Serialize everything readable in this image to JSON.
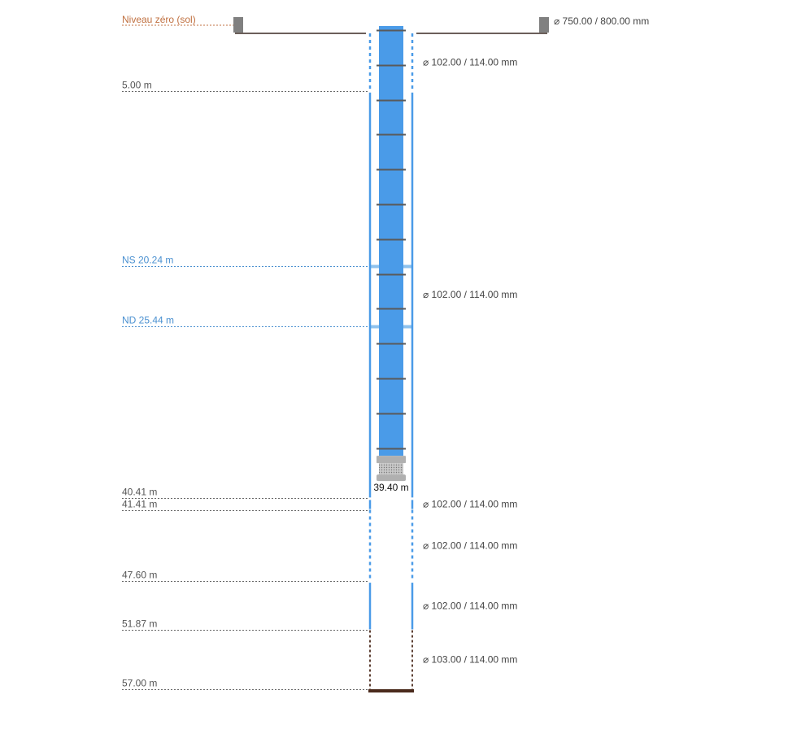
{
  "ground": {
    "label": "Niveau zéro (sol)",
    "head_diameter": "⌀ 750.00 / 800.00 mm"
  },
  "depth_markers": [
    {
      "depth": 5.0,
      "label": "5.00 m"
    },
    {
      "depth": 40.41,
      "label": "40.41 m"
    },
    {
      "depth": 41.41,
      "label": "41.41 m"
    },
    {
      "depth": 47.6,
      "label": "47.60 m"
    },
    {
      "depth": 51.87,
      "label": "51.87 m"
    },
    {
      "depth": 57.0,
      "label": "57.00 m"
    }
  ],
  "water_levels": [
    {
      "depth": 20.24,
      "label": "NS 20.24 m"
    },
    {
      "depth": 25.44,
      "label": "ND 25.44 m"
    }
  ],
  "casing_segments": [
    {
      "from": 0,
      "to": 5.0,
      "style": "dotted",
      "diameter": "⌀ 102.00 / 114.00 mm"
    },
    {
      "from": 5.0,
      "to": 40.41,
      "style": "solid",
      "diameter": "⌀ 102.00 / 114.00 mm"
    },
    {
      "from": 40.41,
      "to": 41.41,
      "style": "solid",
      "diameter": "⌀ 102.00 / 114.00 mm"
    },
    {
      "from": 41.41,
      "to": 47.6,
      "style": "dotted",
      "diameter": "⌀ 102.00 / 114.00 mm"
    },
    {
      "from": 47.6,
      "to": 51.87,
      "style": "solid",
      "diameter": "⌀ 102.00 / 114.00 mm"
    },
    {
      "from": 51.87,
      "to": 57.0,
      "style": "open-hole",
      "diameter": "⌀ 103.00 / 114.00 mm"
    }
  ],
  "pump": {
    "depth": 39.4,
    "label": "39.40 m"
  },
  "colors": {
    "casing": "#4a9be8",
    "pump_column": "#4a9be8",
    "water_level": "#8ec2ee",
    "ground_line": "#3a2a24",
    "open_hole": "#4a2a1c",
    "pump_body": "#b0b0b0",
    "head_block": "#808080",
    "depth_dotted": "#666666",
    "ground_dotted": "#c07040",
    "water_dotted": "#4a90d0"
  }
}
